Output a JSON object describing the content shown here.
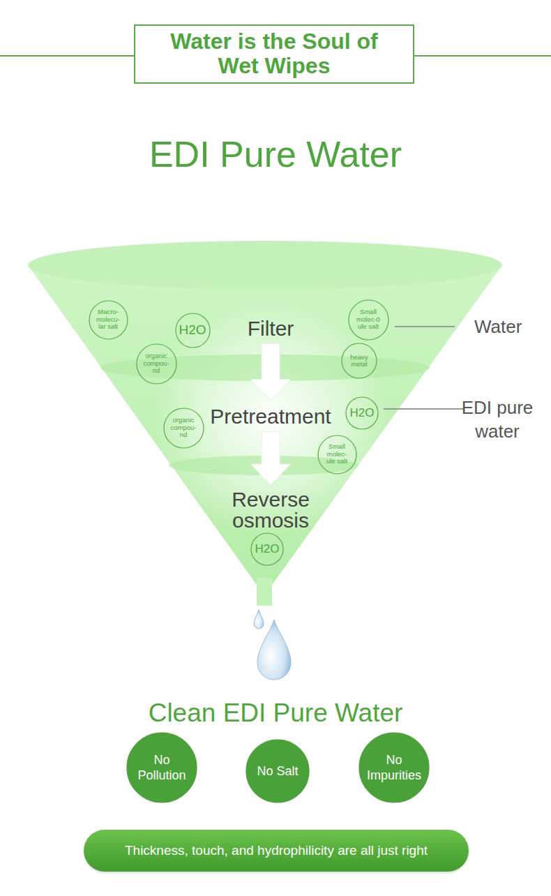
{
  "diagram": {
    "title": "EDI Pure Water",
    "nodes": [
      {
        "text": [
          "Water is the Soul of Wet Wipes"
        ]
      },
      {
        "text": [
          "Macro- molecu- lar salt"
        ]
      },
      {
        "text": [
          "H2O"
        ]
      },
      {
        "text": [
          "Filter"
        ]
      },
      {
        "text": [
          "Small molec-0 ule salt"
        ]
      },
      {
        "text": [
          "organic compou- nd"
        ]
      },
      {
        "text": [
          "heavy metal"
        ]
      },
      {
        "text": [
          "Pretreatment"
        ]
      },
      {
        "text": [
          "H2O"
        ]
      },
      {
        "text": [
          "organic compou- nd"
        ]
      },
      {
        "text": [
          "Small molec- ule salt"
        ]
      },
      {
        "text": [
          "Reverse osmosis"
        ]
      },
      {
        "text": [
          "H2O"
        ]
      },
      {
        "text": [
          "No Pollution"
        ]
      },
      {
        "text": [
          "No Salt"
        ]
      },
      {
        "text": [
          "No Impurities"
        ]
      },
      {
        "text": [
          "Thickness, touch, and hydrophilicity are all just right"
        ]
      }
    ],
    "edges": [
      {
        "from": 3,
        "to": 7,
        "arrow": "to"
      },
      {
        "from": 7,
        "to": 11,
        "arrow": "to"
      }
    ],
    "labels": [
      "Water",
      "EDI pure water",
      "Clean EDI Pure Water"
    ]
  }
}
